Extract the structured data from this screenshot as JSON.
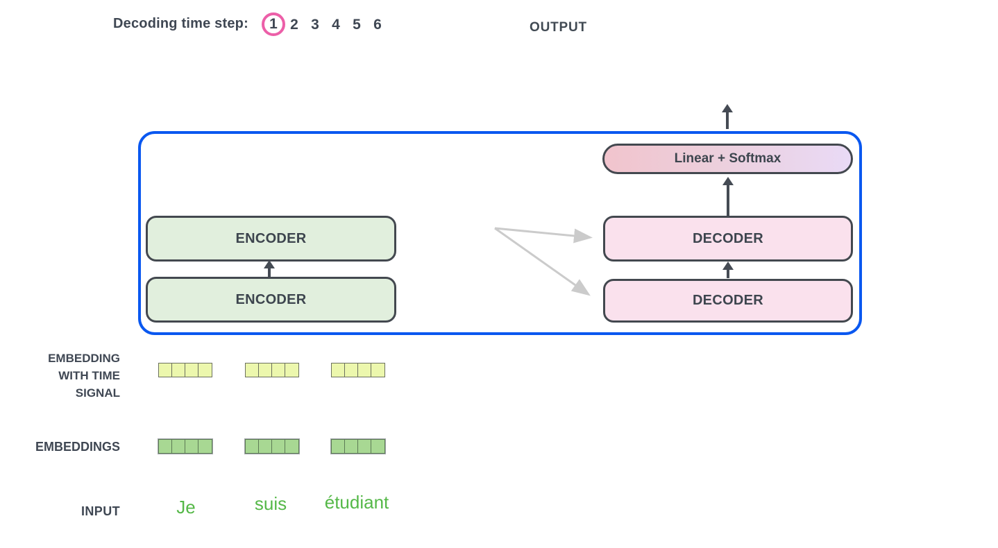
{
  "header": {
    "decoding_label": "Decoding time step:",
    "steps": [
      "1",
      "2",
      "3",
      "4",
      "5",
      "6"
    ],
    "active_step": "1",
    "output_label": "OUTPUT"
  },
  "diagram": {
    "encoders": [
      "ENCODER",
      "ENCODER"
    ],
    "decoders": [
      "DECODER",
      "DECODER"
    ],
    "linear_softmax_label": "Linear + Softmax"
  },
  "rows": {
    "time_signal_lines": [
      "EMBEDDING",
      "WITH TIME",
      "SIGNAL"
    ],
    "embeddings_label": "EMBEDDINGS",
    "input_label": "INPUT",
    "input_tokens": [
      "Je",
      "suis",
      "étudiant"
    ],
    "embedding_cells_per_token": 4,
    "token_count": 3
  },
  "colors": {
    "enclosure_blue": "#0a58f0",
    "active_step_circle_pink": "#ec5fa8",
    "encoder_fill": "#e1efdd",
    "decoder_fill": "#fae1ed",
    "linear_softmax_gradient_left": "#f1c4cd",
    "linear_softmax_gradient_right": "#e9daf6",
    "time_signal_cell_yellow": "#ecf7ad",
    "embedding_cell_green": "#a8d893",
    "input_token_green": "#55b848",
    "text_dark": "#3f4753",
    "arrow_dark": "#454b54",
    "attention_arrow_gray": "#cbcbcb",
    "box_border_dark": "#43484f"
  }
}
